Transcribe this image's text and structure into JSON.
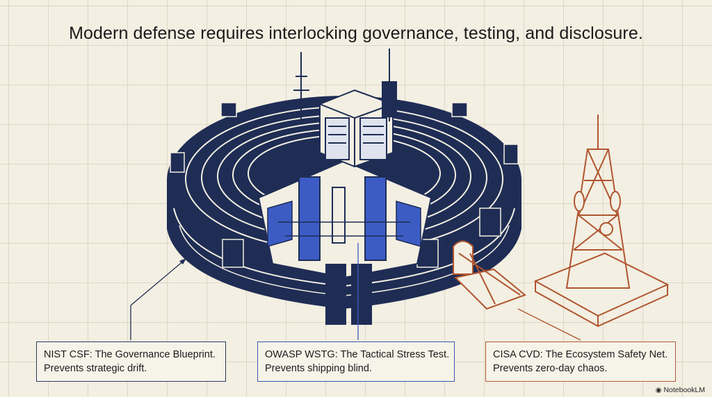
{
  "title": "Modern defense requires interlocking governance, testing, and disclosure.",
  "cards": [
    {
      "heading": "NIST CSF: The Governance Blueprint.",
      "subtext": "Prevents strategic drift."
    },
    {
      "heading": "OWASP WSTG: The Tactical Stress Test.",
      "subtext": "Prevents shipping blind."
    },
    {
      "heading": "CISA CVD: The Ecosystem Safety Net.",
      "subtext": "Prevents zero-day chaos."
    }
  ],
  "brand": {
    "name": "NotebookLM",
    "icon": "notebooklm-logo-icon"
  },
  "colors": {
    "navy": "#1f2d55",
    "blue": "#3c5cc4",
    "rust": "#b0552f",
    "background": "#f3efe2"
  }
}
